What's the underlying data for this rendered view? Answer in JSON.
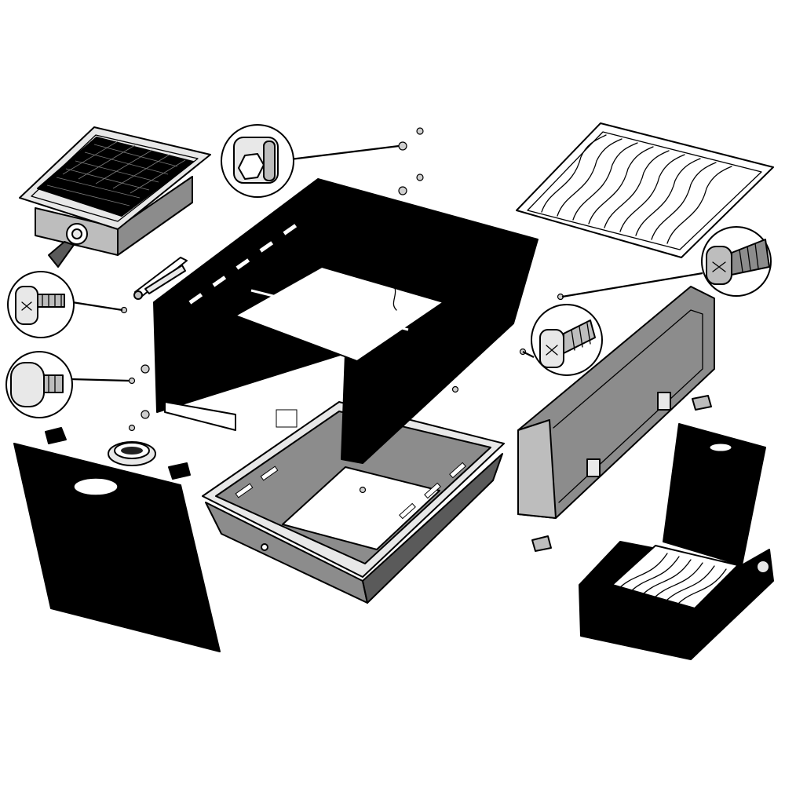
{
  "diagram": {
    "kind": "exploded-parts-view",
    "colors": {
      "frame": "#000000",
      "tray": "#8c8c8c",
      "side_panel": "#8c8c8c",
      "door": "#000000",
      "callout_bg": "#e8e8e8"
    },
    "parts": [
      {
        "name": "infrared-burner"
      },
      {
        "name": "burner-frame"
      },
      {
        "name": "cooking-grate"
      },
      {
        "name": "grease-tray"
      },
      {
        "name": "side-panel"
      },
      {
        "name": "cabinet-door"
      },
      {
        "name": "side-burner"
      },
      {
        "name": "igniter-electrode"
      },
      {
        "name": "control-knob-bezel"
      },
      {
        "name": "door-hinge-left"
      },
      {
        "name": "door-hinge-right"
      },
      {
        "name": "panel-clip-top"
      },
      {
        "name": "panel-clip-bottom"
      }
    ],
    "callouts": [
      {
        "name": "hex-nut-callout",
        "icon": "hex-nut-icon"
      },
      {
        "name": "phillips-screw-callout-left",
        "icon": "phillips-screw-icon"
      },
      {
        "name": "dome-bolt-callout",
        "icon": "dome-bolt-icon"
      },
      {
        "name": "phillips-screw-callout-right",
        "icon": "phillips-screw-icon"
      },
      {
        "name": "self-tapping-screw-callout",
        "icon": "self-tapping-screw-icon"
      }
    ]
  }
}
